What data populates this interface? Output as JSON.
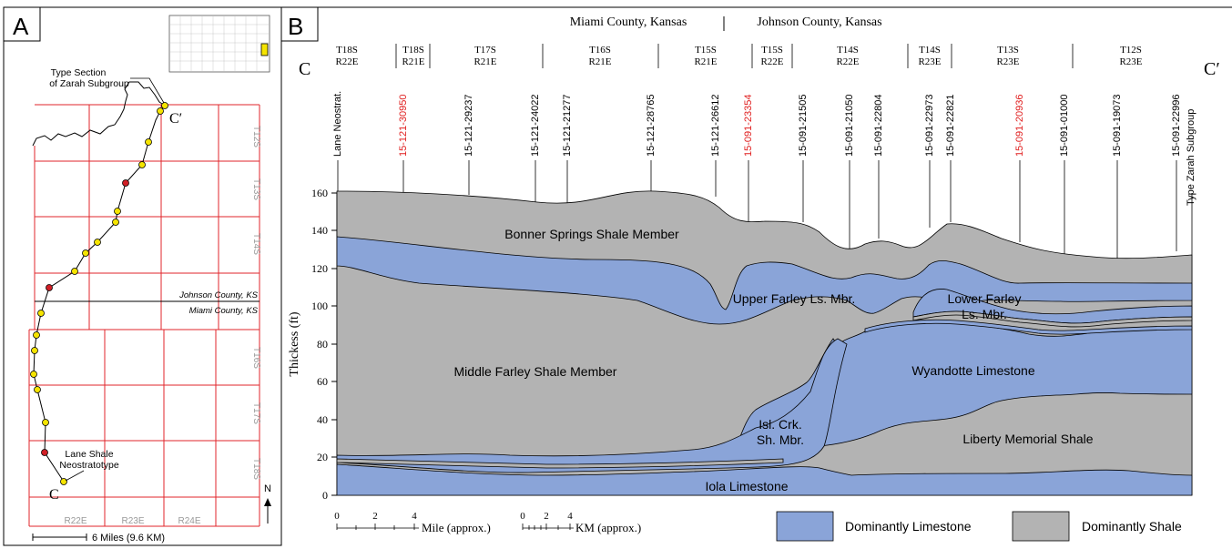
{
  "panel_a": {
    "label": "A",
    "type_section_label_1": "Type Section",
    "type_section_label_2": "of Zarah Subgroup",
    "c_prime": "C′",
    "c": "C",
    "lane_label_1": "Lane Shale",
    "lane_label_2": "Neostratotype",
    "townships": [
      "T12S",
      "T13S",
      "T14S",
      "T16S",
      "T17S",
      "T18S"
    ],
    "ranges": [
      "R22E",
      "R23E",
      "R24E"
    ],
    "johnson_label": "Johnson County, KS",
    "miami_label": "Miami County, KS",
    "north": "N",
    "scale_label": "6 Miles (9.6 KM)"
  },
  "panel_b": {
    "label": "B",
    "miami_title": "Miami County, Kansas",
    "johnson_title": "Johnson County, Kansas",
    "c_left": "C",
    "c_right": "C′",
    "township_cols": [
      {
        "t": "T18S",
        "r": "R22E"
      },
      {
        "t": "T18S",
        "r": "R21E"
      },
      {
        "t": "T17S",
        "r": "R21E"
      },
      {
        "t": "T16S",
        "r": "R21E"
      },
      {
        "t": "T15S",
        "r": "R21E"
      },
      {
        "t": "T15S",
        "r": "R22E"
      },
      {
        "t": "T14S",
        "r": "R22E"
      },
      {
        "t": "T14S",
        "r": "R23E"
      },
      {
        "t": "T13S",
        "r": "R23E"
      },
      {
        "t": "T12S",
        "r": "R23E"
      }
    ],
    "wells": [
      {
        "label": "Lane Neostrat.",
        "red": false
      },
      {
        "label": "15-121-30950",
        "red": true
      },
      {
        "label": "15-121-29237",
        "red": false
      },
      {
        "label": "15-121-24022",
        "red": false
      },
      {
        "label": "15-121-21277",
        "red": false
      },
      {
        "label": "15-121-28765",
        "red": false
      },
      {
        "label": "15-121-26612",
        "red": false
      },
      {
        "label": "15-091-23354",
        "red": true
      },
      {
        "label": "15-091-21505",
        "red": false
      },
      {
        "label": "15-091-21050",
        "red": false
      },
      {
        "label": "15-091-22804",
        "red": false
      },
      {
        "label": "15-091-22973",
        "red": false
      },
      {
        "label": "15-091-22821",
        "red": false
      },
      {
        "label": "15-091-20936",
        "red": true
      },
      {
        "label": "15-091-01000",
        "red": false
      },
      {
        "label": "15-091-19073",
        "red": false
      },
      {
        "label": "15-091-22996",
        "red": false
      },
      {
        "label": "Type Zarah Subgroup",
        "red": false
      }
    ],
    "y_axis_label": "Thickess (ft)",
    "y_ticks": [
      "0",
      "20",
      "40",
      "60",
      "80",
      "100",
      "120",
      "140",
      "160"
    ],
    "units": {
      "bonner": "Bonner Springs Shale Member",
      "upper_farley": "Upper Farley Ls. Mbr.",
      "lower_farley_1": "Lower Farley",
      "lower_farley_2": "Ls. Mbr.",
      "middle_farley": "Middle Farley Shale Member",
      "wyandotte": "Wyandotte Limestone",
      "isl_crk_1": "Isl. Crk.",
      "isl_crk_2": "Sh. Mbr.",
      "liberty": "Liberty Memorial Shale",
      "iola": "Iola Limestone"
    },
    "mile_ticks": [
      "0",
      "2",
      "4"
    ],
    "mile_label": "Mile (approx.)",
    "km_ticks": [
      "0",
      "2",
      "4"
    ],
    "km_label": "KM (approx.)",
    "legend": [
      {
        "label": "Dominantly Limestone",
        "color": "#8aa4d8"
      },
      {
        "label": "Dominantly Shale",
        "color": "#b3b3b3"
      }
    ]
  },
  "colors": {
    "limestone": "#8aa4d8",
    "shale": "#b3b3b3",
    "grid": "#e0262b",
    "dot": "#f5e400",
    "red_dot": "#d01f26",
    "well_red": "#e02020"
  }
}
